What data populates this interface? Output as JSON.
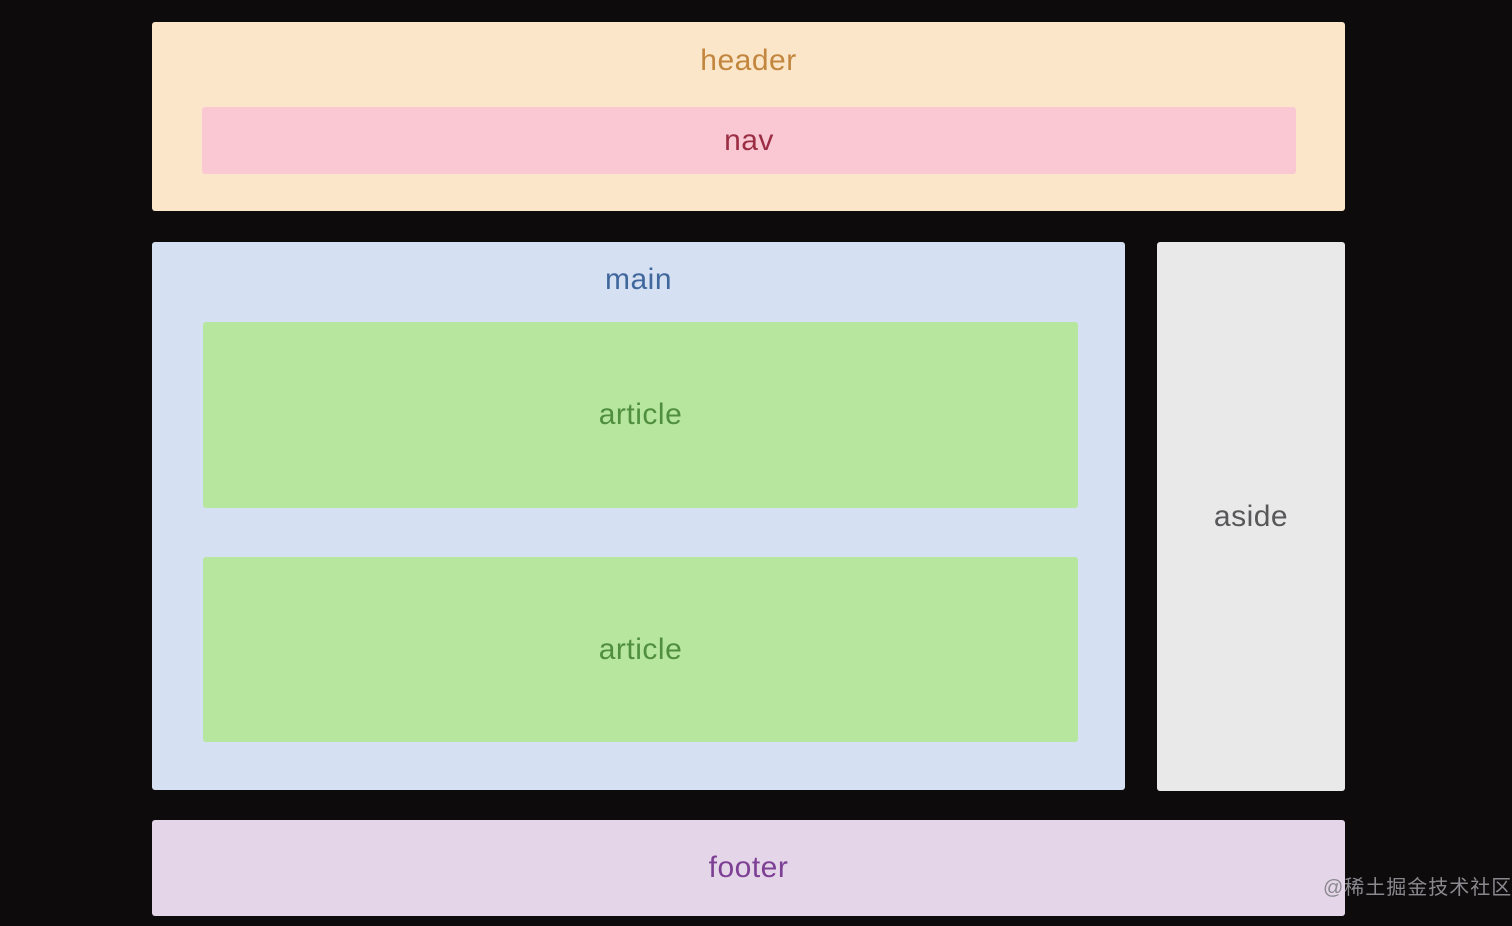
{
  "background": "#0d0b0c",
  "diagram": {
    "header": {
      "label": "header",
      "bg": "#fbe6c9",
      "text_color": "#c3863e"
    },
    "nav": {
      "label": "nav",
      "bg": "#f9c8d3",
      "text_color": "#9c2e44"
    },
    "main": {
      "label": "main",
      "bg": "#d5e0f2",
      "text_color": "#41689d"
    },
    "articles": [
      {
        "label": "article"
      },
      {
        "label": "article"
      }
    ],
    "article_colors": {
      "bg": "#b7e69f",
      "text_color": "#4f8f3e"
    },
    "aside": {
      "label": "aside",
      "bg": "#e9e9e9",
      "text_color": "#58575a"
    },
    "footer": {
      "label": "footer",
      "bg": "#e4d6e8",
      "text_color": "#7d4095"
    }
  },
  "watermark": {
    "text": "@稀土掘金技术社区",
    "color": "#8a898e"
  }
}
